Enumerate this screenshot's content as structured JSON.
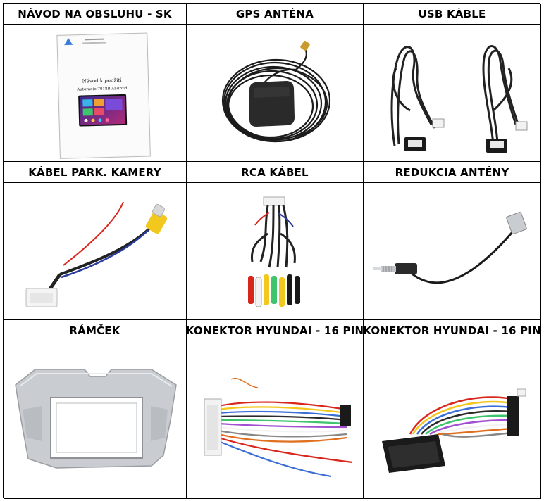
{
  "items": [
    {
      "label": "NÁVOD NA OBSLUHU - SK",
      "icon": "manual-icon"
    },
    {
      "label": "GPS ANTÉNA",
      "icon": "gps-antenna-icon"
    },
    {
      "label": "USB KÁBLE",
      "icon": "usb-cables-icon"
    },
    {
      "label": "KÁBEL PARK. KAMERY",
      "icon": "parking-camera-cable-icon"
    },
    {
      "label": "RCA KÁBEL",
      "icon": "rca-cable-icon"
    },
    {
      "label": "REDUKCIA ANTÉNY",
      "icon": "antenna-adapter-icon"
    },
    {
      "label": "RÁMČEK",
      "icon": "frame-icon"
    },
    {
      "label": "KONEKTOR HYUNDAI - 16 PIN",
      "icon": "hyundai-connector-icon"
    },
    {
      "label": "KONEKTOR HYUNDAI - 16 PIN",
      "icon": "hyundai-connector-icon"
    }
  ],
  "manual": {
    "title": "Návod k použití",
    "subtitle": "Autorádio 7018B Android"
  },
  "colors": {
    "border": "#000000",
    "cable": "#222222",
    "rca_red": "#d9261c",
    "rca_yellow": "#f2c81e",
    "rca_white": "#f2f2f2",
    "frame_silver": "#c9ccd0"
  }
}
